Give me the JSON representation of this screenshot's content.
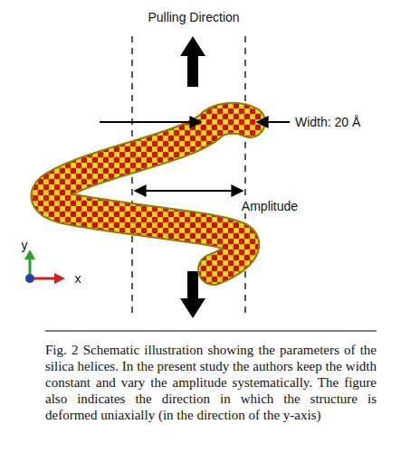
{
  "diagram": {
    "caption": "Fig. 2 Schematic illustration showing the parameters of the silica helices. In the present study the authors keep the width constant and vary the amplitude systematically. The figure also indicates the direction in which the structure is deformed uniaxially (in the direction of the y-axis)",
    "labels": [
      "Pulling Direction",
      "Width: 20 Å",
      "Amplitude",
      "y",
      "x"
    ]
  }
}
